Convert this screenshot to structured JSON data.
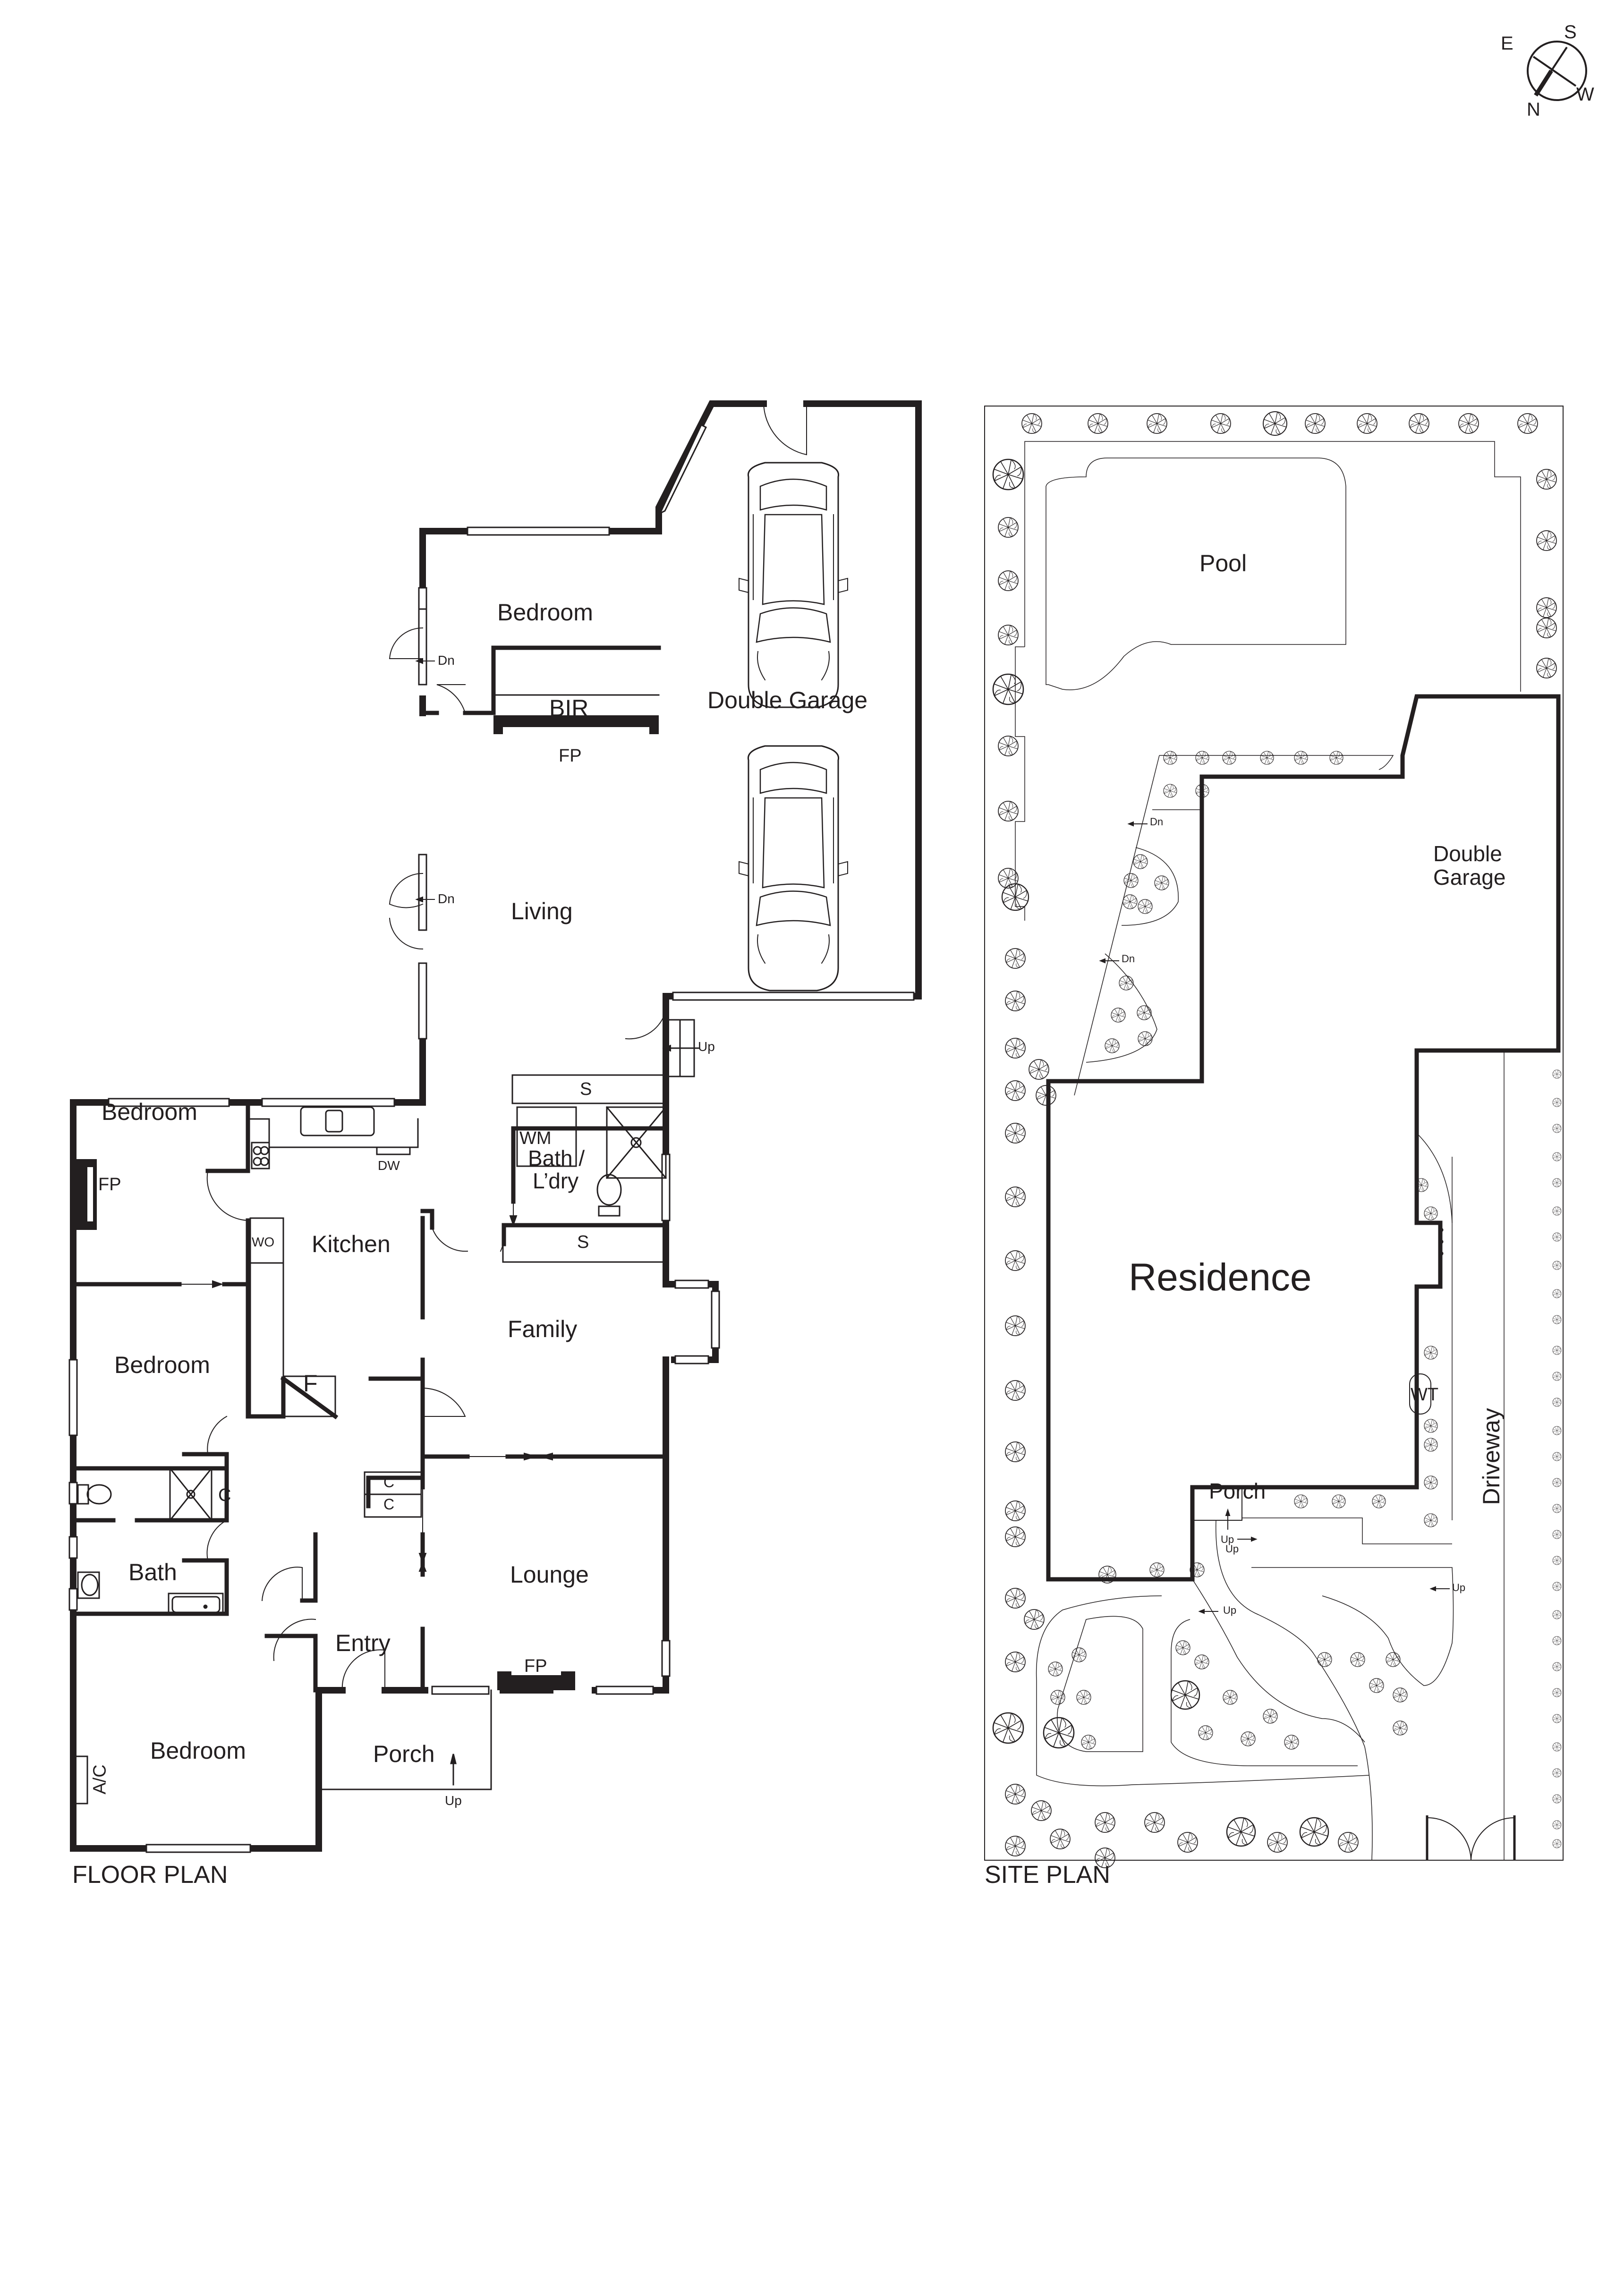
{
  "compass": {
    "labels": {
      "north": "N",
      "south": "S",
      "east": "E",
      "west": "W"
    }
  },
  "floor_plan": {
    "title": "FLOOR PLAN",
    "rooms": {
      "bedroom_top": "Bedroom",
      "bir": "BIR",
      "fp_living": "FP",
      "double_garage": "Double Garage",
      "living": "Living",
      "bedroom_left_top": "Bedroom",
      "fp_bedroom": "FP",
      "dw": "DW",
      "wo": "WO",
      "kitchen": "Kitchen",
      "bedroom_left_mid": "Bedroom",
      "fridge": "F",
      "wm": "WM",
      "bath_laundry_1": "Bath /",
      "bath_laundry_2": "L’dry",
      "storage_top": "S",
      "storage_bottom": "S",
      "family": "Family",
      "cupboard_bath": "C",
      "cupboard_1": "C",
      "cupboard_2": "C",
      "bath": "Bath",
      "lounge": "Lounge",
      "entry": "Entry",
      "fp_lounge": "FP",
      "bedroom_main": "Bedroom",
      "porch": "Porch",
      "ac": "A/C"
    },
    "stairs": {
      "dn_bedroom": "Dn",
      "dn_living": "Dn",
      "up_garage": "Up",
      "up_porch": "Up"
    }
  },
  "site_plan": {
    "title": "SITE PLAN",
    "labels": {
      "pool": "Pool",
      "double_garage_1": "Double",
      "double_garage_2": "Garage",
      "residence": "Residence",
      "wt": "WT",
      "driveway": "Driveway",
      "porch": "Porch"
    },
    "stairs": {
      "dn_1": "Dn",
      "dn_2": "Dn",
      "up_porch": "Up",
      "up_path": "Up",
      "up_garden": "Up",
      "up_driveway": "Up"
    }
  },
  "colors": {
    "line": "#231f20",
    "background": "#ffffff"
  }
}
